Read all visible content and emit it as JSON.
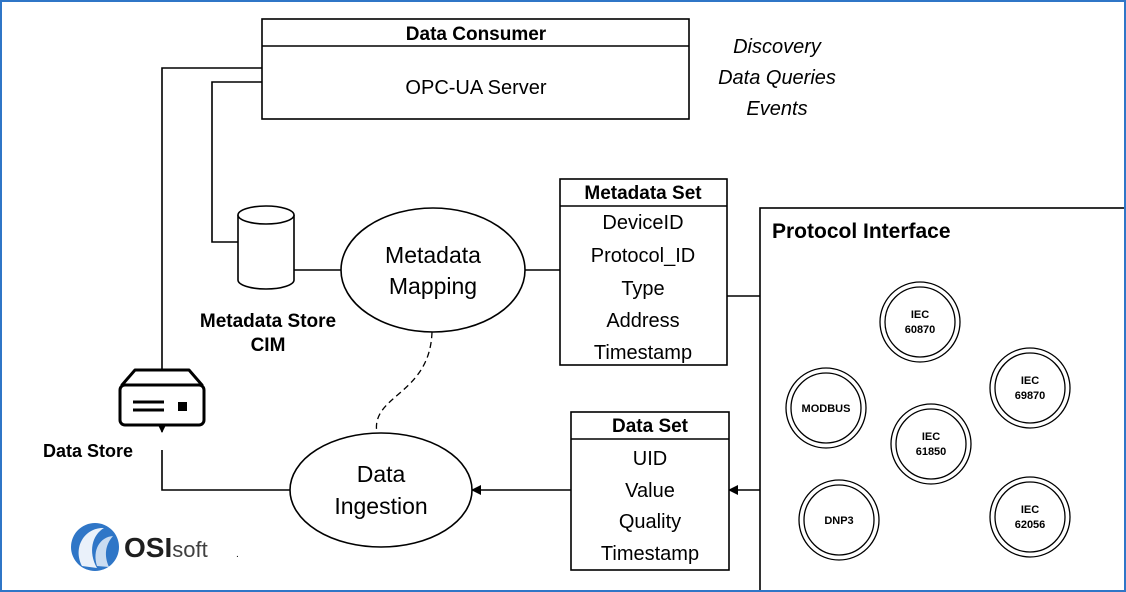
{
  "data_consumer": {
    "title": "Data Consumer",
    "subtitle": "OPC-UA Server"
  },
  "consumer_functions": [
    "Discovery",
    "Data Queries",
    "Events"
  ],
  "metadata_store": {
    "label_line1": "Metadata Store",
    "label_line2": "CIM"
  },
  "metadata_mapping": {
    "line1": "Metadata",
    "line2": "Mapping"
  },
  "metadata_set": {
    "title": "Metadata Set",
    "fields": [
      "DeviceID",
      "Protocol_ID",
      "Type",
      "Address",
      "Timestamp"
    ]
  },
  "protocol_interface": {
    "title": "Protocol Interface",
    "protocols": [
      {
        "line1": "IEC",
        "line2": "60870"
      },
      {
        "line1": "IEC",
        "line2": "69870"
      },
      {
        "line1": "MODBUS",
        "line2": ""
      },
      {
        "line1": "IEC",
        "line2": "61850"
      },
      {
        "line1": "DNP3",
        "line2": ""
      },
      {
        "line1": "IEC",
        "line2": "62056"
      }
    ]
  },
  "data_store": {
    "label": "Data Store"
  },
  "data_set": {
    "title": "Data Set",
    "fields": [
      "UID",
      "Value",
      "Quality",
      "Timestamp"
    ]
  },
  "data_ingestion": {
    "line1": "Data",
    "line2": "Ingestion"
  },
  "logo": {
    "brand_bold": "OSI",
    "brand_light": "soft",
    "accent_color": "#2f76c7"
  }
}
